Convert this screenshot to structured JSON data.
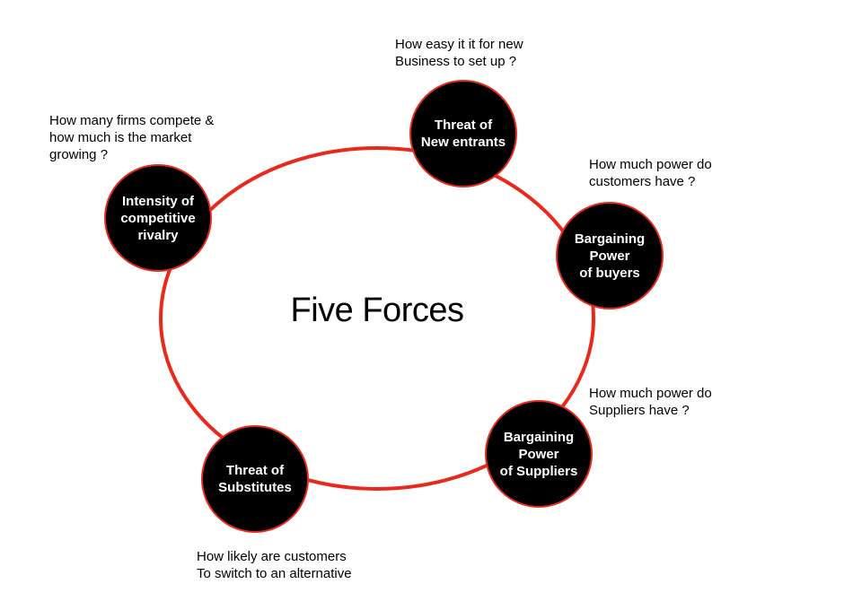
{
  "title": "Five Forces",
  "colors": {
    "ring": "#e8291c",
    "node_fill": "#000000",
    "node_text": "#ffffff"
  },
  "forces": {
    "new_entrants": {
      "label": "Threat of\nNew entrants",
      "note": "How easy it it for new\nBusiness to set up ?"
    },
    "buyers": {
      "label": "Bargaining\nPower\nof buyers",
      "note": "How much power do\ncustomers have ?"
    },
    "suppliers": {
      "label": "Bargaining\nPower\nof Suppliers",
      "note": "How much power do\nSuppliers have ?"
    },
    "substitutes": {
      "label": "Threat of\nSubstitutes",
      "note": "How likely are customers\nTo switch to an alternative"
    },
    "rivalry": {
      "label": "Intensity of\ncompetitive\nrivalry",
      "note": "How many firms compete &\nhow much is the market\ngrowing ?"
    }
  }
}
